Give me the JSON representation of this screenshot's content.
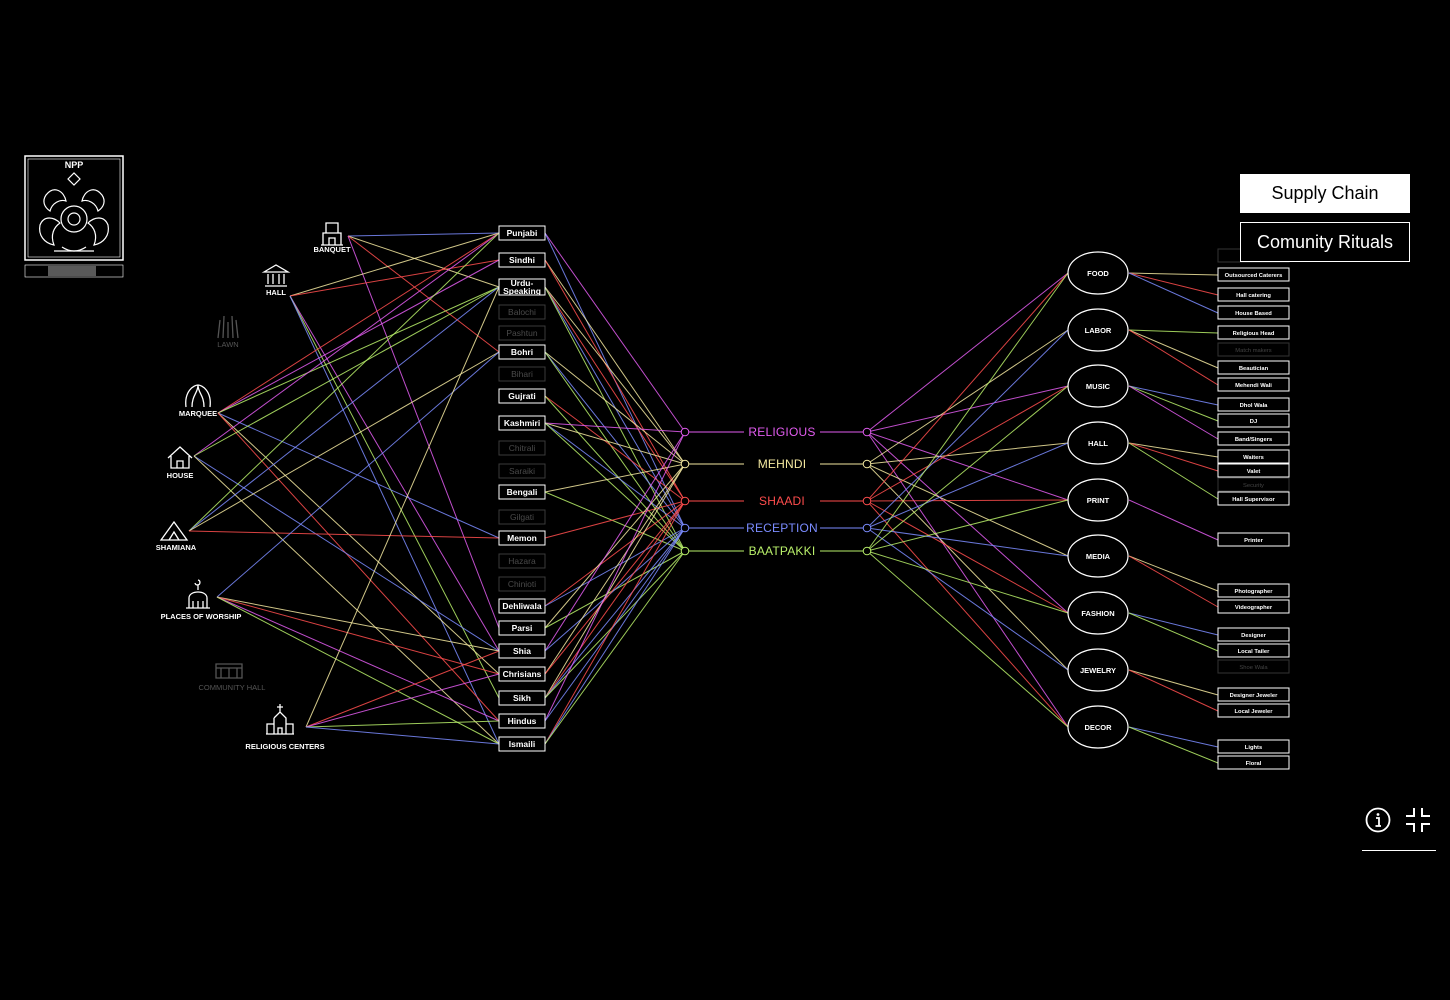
{
  "venues": [
    {
      "id": "banquet",
      "label": "BANQUET",
      "active": true,
      "icon": "banquet-icon"
    },
    {
      "id": "hall",
      "label": "HALL",
      "active": true,
      "icon": "hall-icon"
    },
    {
      "id": "lawn",
      "label": "LAWN",
      "active": false,
      "icon": "lawn-icon"
    },
    {
      "id": "marquee",
      "label": "MARQUEE",
      "active": true,
      "icon": "marquee-icon"
    },
    {
      "id": "house",
      "label": "HOUSE",
      "active": true,
      "icon": "house-icon"
    },
    {
      "id": "shamiana",
      "label": "SHAMIANA",
      "active": true,
      "icon": "shamiana-icon"
    },
    {
      "id": "worship",
      "label": "PLACES OF WORSHIP",
      "active": true,
      "icon": "mosque-icon"
    },
    {
      "id": "community",
      "label": "COMMUNITY HALL",
      "active": false,
      "icon": "community-hall-icon"
    },
    {
      "id": "religious",
      "label": "RELIGIOUS CENTERS",
      "active": true,
      "icon": "church-icon"
    }
  ],
  "communities": [
    {
      "label": "Punjabi",
      "active": true
    },
    {
      "label": "Sindhi",
      "active": true
    },
    {
      "label": "Urdu-Speaking",
      "active": true
    },
    {
      "label": "Balochi",
      "active": false
    },
    {
      "label": "Pashtun",
      "active": false
    },
    {
      "label": "Bohri",
      "active": true
    },
    {
      "label": "Bihari",
      "active": false
    },
    {
      "label": "Gujrati",
      "active": true
    },
    {
      "label": "Kashmiri",
      "active": true
    },
    {
      "label": "Chitrali",
      "active": false
    },
    {
      "label": "Saraiki",
      "active": false
    },
    {
      "label": "Bengali",
      "active": true
    },
    {
      "label": "Gilgati",
      "active": false
    },
    {
      "label": "Memon",
      "active": true
    },
    {
      "label": "Hazara",
      "active": false
    },
    {
      "label": "Chinioti",
      "active": false
    },
    {
      "label": "Dehliwala",
      "active": true
    },
    {
      "label": "Parsi",
      "active": true
    },
    {
      "label": "Shia",
      "active": true
    },
    {
      "label": "Chrisians",
      "active": true
    },
    {
      "label": "Sikh",
      "active": true
    },
    {
      "label": "Hindus",
      "active": true
    },
    {
      "label": "Ismaili",
      "active": true
    }
  ],
  "rituals": [
    {
      "label": "RELIGIOUS",
      "color": "#e25cf0"
    },
    {
      "label": "MEHNDI",
      "color": "#f4e9a0"
    },
    {
      "label": "SHAADI",
      "color": "#ff4d4d"
    },
    {
      "label": "RECEPTION",
      "color": "#7b8cff"
    },
    {
      "label": "BAATPAKKI",
      "color": "#b9f06a"
    }
  ],
  "categories": [
    {
      "label": "FOOD"
    },
    {
      "label": "LABOR"
    },
    {
      "label": "MUSIC"
    },
    {
      "label": "HALL"
    },
    {
      "label": "PRINT"
    },
    {
      "label": "MEDIA"
    },
    {
      "label": "FASHION"
    },
    {
      "label": "JEWELRY"
    },
    {
      "label": "DECOR"
    }
  ],
  "suppliers": [
    {
      "label": "",
      "active": false,
      "cat": 0
    },
    {
      "label": "Outsourced Caterers",
      "active": true,
      "cat": 0
    },
    {
      "label": "Hall catering",
      "active": true,
      "cat": 0
    },
    {
      "label": "House Based",
      "active": true,
      "cat": 0
    },
    {
      "label": "Religious Head",
      "active": true,
      "cat": 1
    },
    {
      "label": "Match makers",
      "active": false,
      "cat": 1
    },
    {
      "label": "Beautician",
      "active": true,
      "cat": 1
    },
    {
      "label": "Mehendi Wali",
      "active": true,
      "cat": 1
    },
    {
      "label": "Dhol Wala",
      "active": true,
      "cat": 2
    },
    {
      "label": "DJ",
      "active": true,
      "cat": 2
    },
    {
      "label": "Band/Singers",
      "active": true,
      "cat": 2
    },
    {
      "label": "Waiters",
      "active": true,
      "cat": 3
    },
    {
      "label": "Valet",
      "active": true,
      "cat": 3
    },
    {
      "label": "Security",
      "active": false,
      "cat": 3
    },
    {
      "label": "Hall Supervisor",
      "active": true,
      "cat": 3
    },
    {
      "label": "Printer",
      "active": true,
      "cat": 4
    },
    {
      "label": "Photographer",
      "active": true,
      "cat": 5
    },
    {
      "label": "Videographer",
      "active": true,
      "cat": 5
    },
    {
      "label": "Designer",
      "active": true,
      "cat": 6
    },
    {
      "label": "Local Tailer",
      "active": true,
      "cat": 6
    },
    {
      "label": "Shoe Wala",
      "active": false,
      "cat": 6
    },
    {
      "label": "Designer Jeweler",
      "active": true,
      "cat": 7
    },
    {
      "label": "Local Jeweler",
      "active": true,
      "cat": 7
    },
    {
      "label": "Lights",
      "active": true,
      "cat": 8
    },
    {
      "label": "Floral",
      "active": true,
      "cat": 8
    }
  ],
  "buttons": {
    "supply_chain": "Supply Chain",
    "community_rituals": "Comunity Rituals"
  },
  "logo": {
    "text": "NPP"
  },
  "tools": {
    "info_icon": "info-icon",
    "collapse_icon": "collapse-icon"
  },
  "colors": {
    "religious": "#e25cf0",
    "mehndi": "#f4e9a0",
    "shaadi": "#ff4d4d",
    "reception": "#7b8cff",
    "baatpakki": "#b9f06a"
  }
}
